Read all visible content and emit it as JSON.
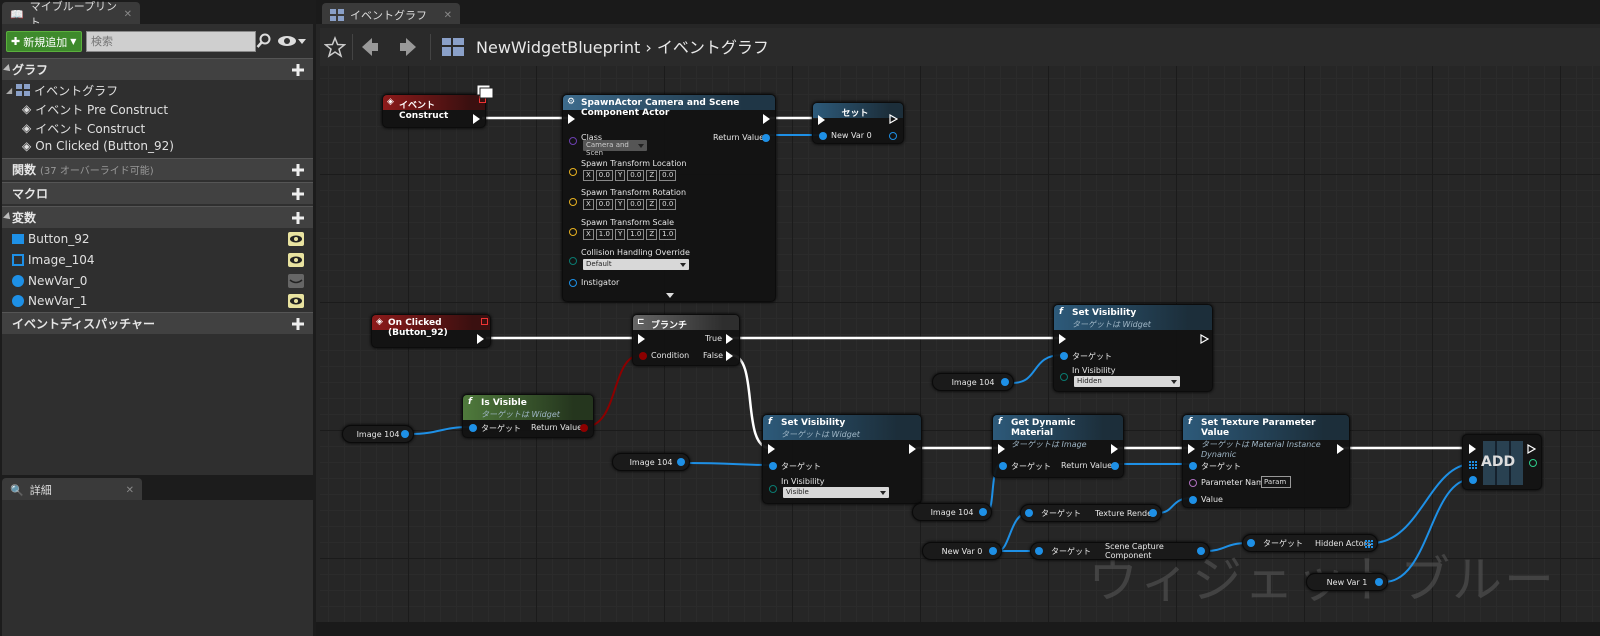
{
  "left_panel": {
    "tab_title": "マイブループリント",
    "add_button": "新規追加",
    "search_placeholder": "検索",
    "sections": {
      "graph": "グラフ",
      "functions": "関数",
      "functions_sub": "(37 オーバーライド可能)",
      "macros": "マクロ",
      "variables": "変数",
      "dispatchers": "イベントディスパッチャー"
    },
    "graph_items": [
      "イベントグラフ",
      "イベント Pre Construct",
      "イベント Construct",
      "On Clicked (Button_92)"
    ],
    "variables": [
      "Button_92",
      "Image_104",
      "NewVar_0",
      "NewVar_1"
    ],
    "details_tab": "詳細"
  },
  "graph_panel": {
    "tab_title": "イベントグラフ",
    "breadcrumb_root": "NewWidgetBlueprint",
    "breadcrumb_sep": "›",
    "breadcrumb_current": "イベントグラフ",
    "watermark": "ウィジェットブルー"
  },
  "nodes": {
    "event_construct": {
      "title": "イベント Construct"
    },
    "spawn_actor": {
      "title": "SpawnActor Camera and Scene Component Actor",
      "class_label": "Class",
      "class_value": "Camera and Scen",
      "return_value": "Return Value",
      "loc_label": "Spawn Transform Location",
      "loc": [
        "0.0",
        "0.0",
        "0.0"
      ],
      "rot_label": "Spawn Transform Rotation",
      "rot": [
        "0.0",
        "0.0",
        "0.0"
      ],
      "scale_label": "Spawn Transform Scale",
      "scale": [
        "1.0",
        "1.0",
        "1.0"
      ],
      "collision_label": "Collision Handling Override",
      "collision_value": "Default",
      "instigator": "Instigator",
      "axis_x": "X",
      "axis_y": "Y",
      "axis_z": "Z"
    },
    "set_node": {
      "title": "セット",
      "pin": "New Var 0"
    },
    "on_clicked": {
      "title": "On Clicked (Button_92)"
    },
    "branch": {
      "title": "ブランチ",
      "true_label": "True",
      "false_label": "False",
      "condition": "Condition"
    },
    "is_visible": {
      "title": "Is Visible",
      "subtitle": "ターゲットは Widget",
      "target": "ターゲット",
      "return_value": "Return Value"
    },
    "set_visibility_1": {
      "title": "Set Visibility",
      "subtitle": "ターゲットは Widget",
      "target": "ターゲット",
      "in_vis": "In Visibility",
      "value": "Hidden"
    },
    "set_visibility_2": {
      "title": "Set Visibility",
      "subtitle": "ターゲットは Widget",
      "target": "ターゲット",
      "in_vis": "In Visibility",
      "value": "Visible"
    },
    "get_dynamic_material": {
      "title": "Get Dynamic Material",
      "subtitle": "ターゲットは Image",
      "target": "ターゲット",
      "return_value": "Return Value"
    },
    "set_texture_param": {
      "title": "Set Texture Parameter Value",
      "subtitle": "ターゲットは Material Instance Dynamic",
      "target": "ターゲット",
      "param_name": "Parameter Name",
      "param_value": "Param",
      "value": "Value"
    },
    "add": {
      "title": "ADD"
    },
    "var_image104_a": "Image 104",
    "var_image104_b": "Image 104",
    "var_image104_c": "Image 104",
    "var_image104_d": "Image 104",
    "var_newvar0": "New Var 0",
    "var_newvar1": "New Var 1",
    "get_texture_render": {
      "target": "ターゲット",
      "value": "Texture Render"
    },
    "get_scene_capture": {
      "target": "ターゲット",
      "value": "Scene Capture Component"
    },
    "get_hidden_actors": {
      "target": "ターゲット",
      "value": "Hidden Actors"
    }
  },
  "colors": {
    "event_header": "#8c1a1a",
    "function_header": "#2d5a7a",
    "pure_header": "#4f7a3c",
    "object_pin": "#1e90e6",
    "bool_pin": "#8c0000",
    "exec_wire": "#ffffff",
    "add_button": "#3e8a2c"
  }
}
